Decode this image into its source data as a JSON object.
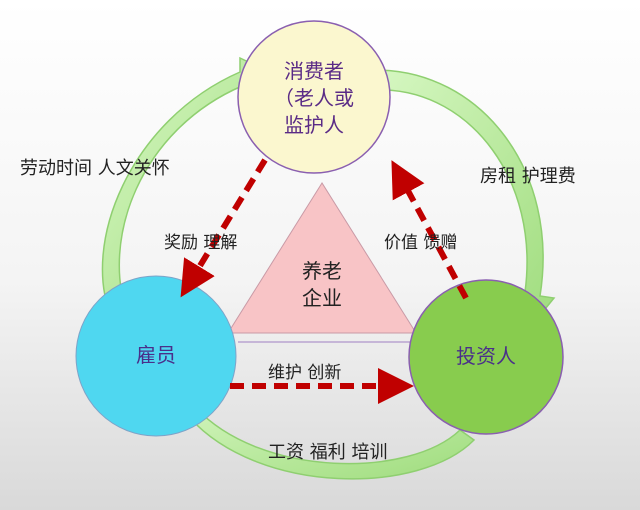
{
  "nodes": {
    "consumer": {
      "line1": "消费者",
      "line2": "（老人或",
      "line3": "监护人",
      "fill": "#fbf7cf",
      "text_color": "#5a2b86"
    },
    "employee": {
      "label": "雇员",
      "fill": "#4fd7f0",
      "text_color": "#4a2f8a"
    },
    "investor": {
      "label": "投资人",
      "fill": "#88cc4e",
      "text_color": "#4a2f8a"
    },
    "enterprise": {
      "line1": "养老",
      "line2": "企业",
      "fill": "#f8c4c6",
      "text_color": "#222222"
    }
  },
  "edges": {
    "consumer_to_employee": "奖励  理解",
    "investor_to_consumer": "价值  馈赠",
    "employee_to_investor": "维护  创新"
  },
  "outer_labels": {
    "left": "劳动时间  人文关怀",
    "right": "房租  护理费",
    "bottom": "工资 福利 培训"
  },
  "colors": {
    "dashed_arrow": "#c00000",
    "curved_arrow_fill": "#b5ec9a",
    "curved_arrow_stroke": "#8fcf70",
    "circle_stroke": "#8a5fb0"
  }
}
